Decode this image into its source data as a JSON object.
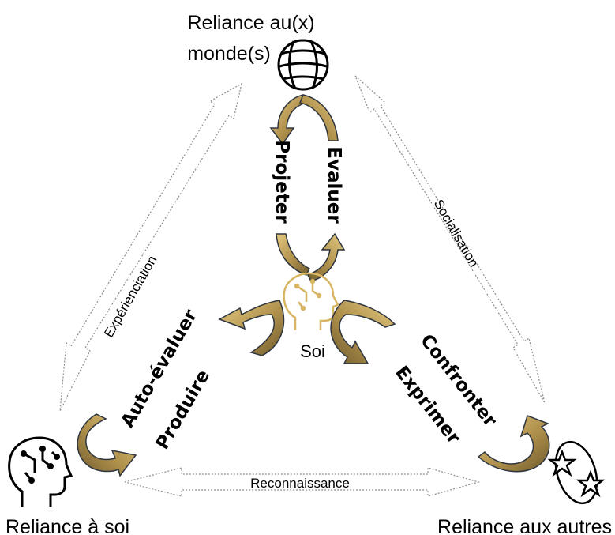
{
  "nodes": {
    "top": {
      "line1": "Reliance au(x)",
      "line2": "monde(s)",
      "icon": "globe-icon"
    },
    "left": {
      "label": "Reliance à soi",
      "icon": "head-circuit-icon"
    },
    "right": {
      "label": "Reliance aux autres",
      "icon": "stars-orbit-icon"
    },
    "center": {
      "label": "Soi",
      "icon": "head-circuit-gold-icon"
    }
  },
  "edges": {
    "left": "Expérienciation",
    "right": "Socialisation",
    "bottom": "Reconnaissance"
  },
  "actions": {
    "projeter": "Projeter",
    "evaluer": "Evaluer",
    "auto_evaluer": "Auto-évaluer",
    "produire": "Produire",
    "confronter": "Confronter",
    "exprimer": "Exprimer"
  },
  "colors": {
    "arrow_light": "#d9bd6b",
    "arrow_dark": "#7a6535",
    "arrow_outline": "#2f3640",
    "dotted": "#8c8c8c",
    "icon_gold": "#d8b563"
  }
}
